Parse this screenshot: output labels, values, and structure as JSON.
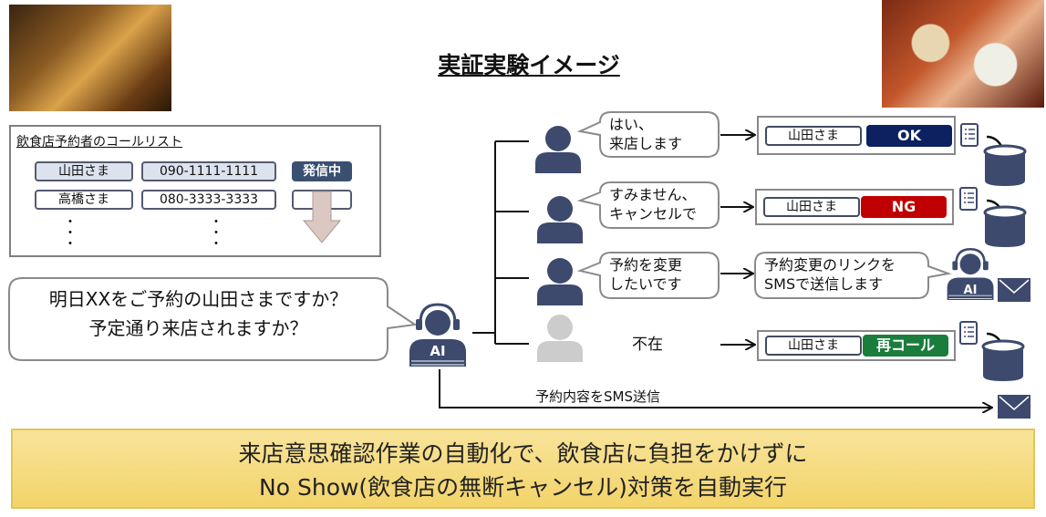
{
  "title": "実証実験イメージ",
  "call_list": {
    "title": "飲食店予約者のコールリスト",
    "rows": [
      {
        "name": "山田さま",
        "phone": "090-1111-1111",
        "status": "発信中"
      },
      {
        "name": "高橋さま",
        "phone": "080-3333-3333",
        "status": ""
      }
    ],
    "ellipsis": "・"
  },
  "ai_question": {
    "line1": "明日XXをご予約の山田さまですか？",
    "line2": "予定通り来店されますか？"
  },
  "ai_label": "AI",
  "responses": [
    {
      "line1": "はい、",
      "line2": "来店します",
      "name": "山田さま",
      "result": "OK",
      "color": "#0d2160"
    },
    {
      "line1": "すみません、",
      "line2": "キャンセルで",
      "name": "山田さま",
      "result": "NG",
      "color": "#c00000"
    },
    {
      "line1": "予約を変更",
      "line2": "したいです",
      "reply1": "予約変更のリンクを",
      "reply2": "SMSで送信します"
    },
    {
      "absent": "不在",
      "name": "山田さま",
      "result": "再コール",
      "color": "#1a7d3c"
    }
  ],
  "sms_label": "予約内容をSMS送信",
  "banner": {
    "line1": "来店意思確認作業の自動化で、飲食店に負担をかけずに",
    "line2": "No Show(飲食店の無断キャンセル)対策を自動実行"
  },
  "colors": {
    "navy": "#3d4a6e",
    "absent": "#cccccc"
  }
}
